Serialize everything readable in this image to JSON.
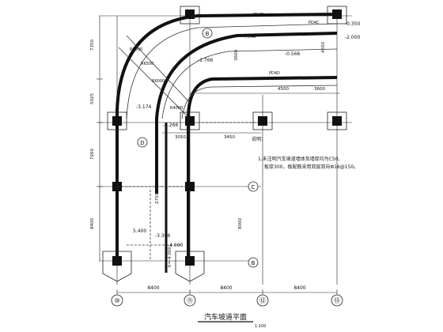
{
  "title": "汽车坡道平面",
  "scale": "1:100",
  "notes_heading": "说明：",
  "notes_line1": "1.未注明汽车坡道墙体及墙厚均为C50,",
  "notes_line2": "板厚300，板配筋采用双层双向Φ16@150。",
  "grid_bubbles": [
    {
      "label": "B"
    },
    {
      "label": "D"
    },
    {
      "label": "C"
    },
    {
      "label": "B"
    },
    {
      "label": "⑩"
    },
    {
      "label": "⑪"
    },
    {
      "label": "⑫"
    },
    {
      "label": "⑬"
    }
  ],
  "elevations": [
    "-0.350",
    "-2.000",
    "-1.766",
    "-0.566",
    "-3.174",
    "-3.266",
    "-4.000",
    "-3.366"
  ],
  "left_dims": [
    "7350",
    "5025",
    "7260",
    "8400"
  ],
  "bottom_dims": [
    "8400",
    "8400",
    "8400"
  ],
  "mid_dims": [
    "4500",
    "3600",
    "3600",
    "4500",
    "3050",
    "3450"
  ],
  "ramp_labels": [
    "PD4B",
    "PD4A",
    "PD4C",
    "PD4D",
    "R4000",
    "R6000",
    "R9000",
    "R6500"
  ],
  "beam_labels": [
    "5.400",
    "8000",
    "2750"
  ],
  "tag_labels": [
    "h=-4.000"
  ]
}
